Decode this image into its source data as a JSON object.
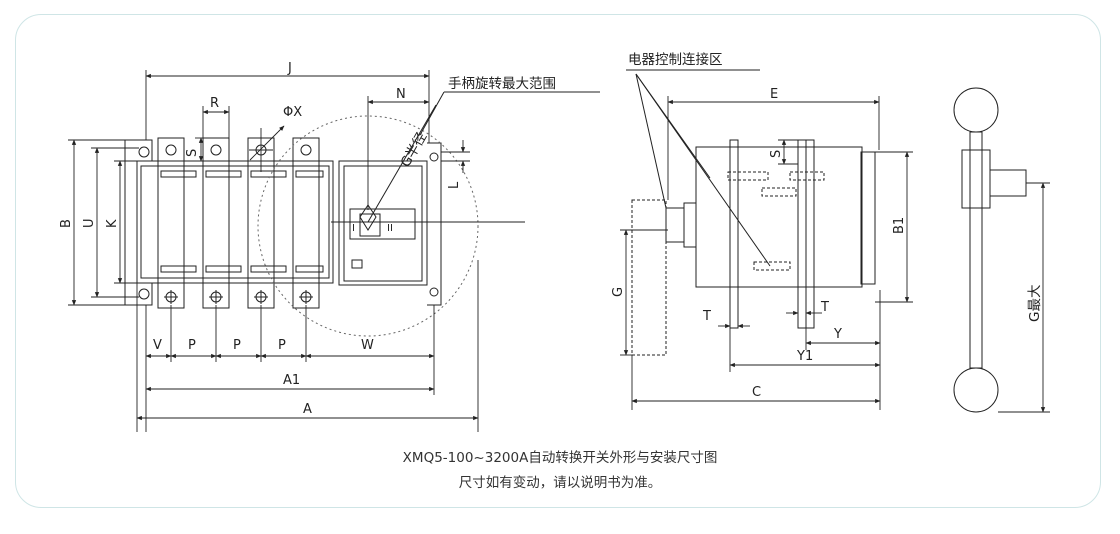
{
  "labels": {
    "J": "J",
    "N": "N",
    "R": "R",
    "phiX": "ΦX",
    "handle_range": "手柄旋转最大范围",
    "g_radius": "G半径",
    "S": "S",
    "L": "L",
    "B": "B",
    "U": "U",
    "K": "K",
    "V": "V",
    "P1": "P",
    "P2": "P",
    "P3": "P",
    "W": "W",
    "A1": "A1",
    "A": "A",
    "I": "I",
    "II": "II",
    "control_zone": "电器控制连接区",
    "E": "E",
    "S2": "S",
    "B1": "B1",
    "G": "G",
    "T1": "T",
    "T2": "T",
    "Y": "Y",
    "Y1": "Y1",
    "C": "C",
    "G_max": "G最大"
  },
  "caption": {
    "line1": "XMQ5-100~3200A自动转换开关外形与安装尺寸图",
    "line2": "尺寸如有变动，请以说明书为准。"
  }
}
